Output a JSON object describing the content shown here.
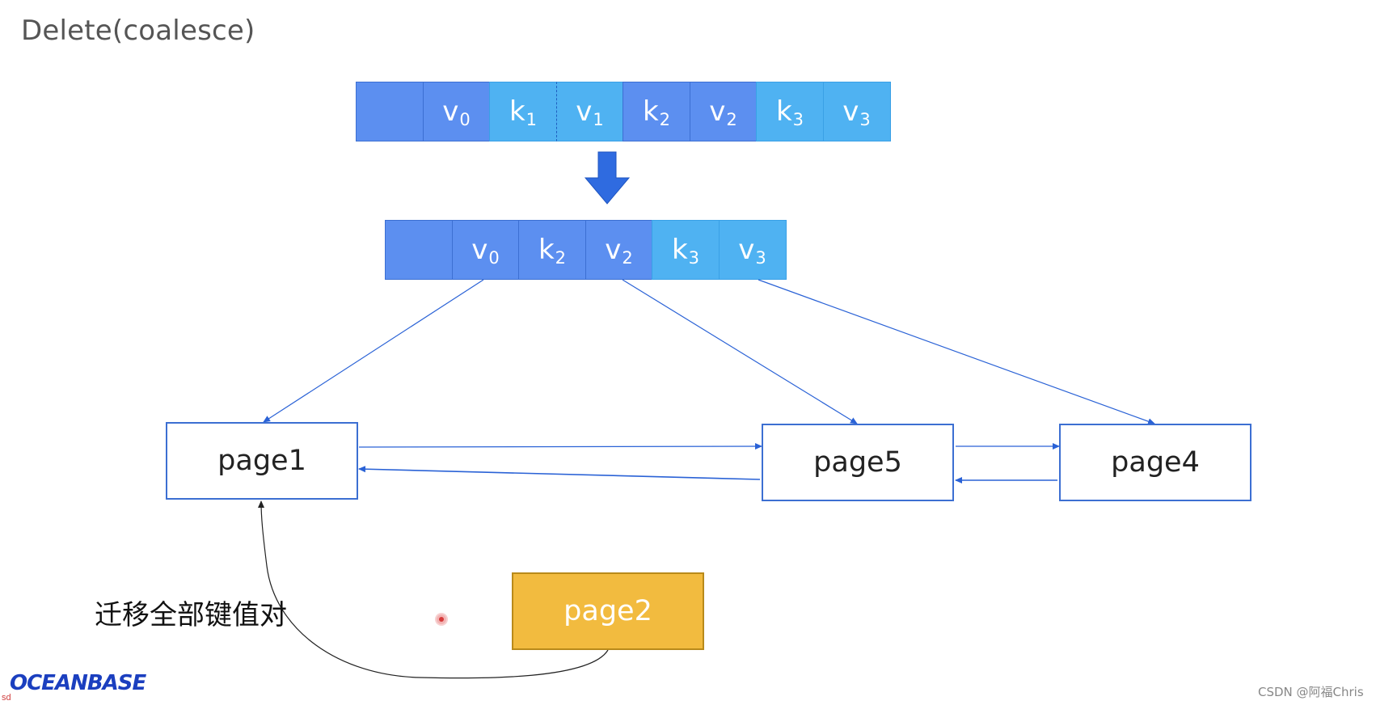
{
  "title": "Delete(coalesce)",
  "row_before": [
    {
      "base": "",
      "sub": "",
      "tone": "dark"
    },
    {
      "base": "v",
      "sub": "0",
      "tone": "dark"
    },
    {
      "base": "k",
      "sub": "1",
      "tone": "light",
      "dashed": "right"
    },
    {
      "base": "v",
      "sub": "1",
      "tone": "light",
      "dashed": "left"
    },
    {
      "base": "k",
      "sub": "2",
      "tone": "dark"
    },
    {
      "base": "v",
      "sub": "2",
      "tone": "dark"
    },
    {
      "base": "k",
      "sub": "3",
      "tone": "light"
    },
    {
      "base": "v",
      "sub": "3",
      "tone": "light"
    }
  ],
  "row_after": [
    {
      "base": "",
      "sub": "",
      "tone": "dark"
    },
    {
      "base": "v",
      "sub": "0",
      "tone": "dark"
    },
    {
      "base": "k",
      "sub": "2",
      "tone": "dark"
    },
    {
      "base": "v",
      "sub": "2",
      "tone": "dark"
    },
    {
      "base": "k",
      "sub": "3",
      "tone": "light"
    },
    {
      "base": "v",
      "sub": "3",
      "tone": "light"
    }
  ],
  "pages": {
    "page1": "page1",
    "page5": "page5",
    "page4": "page4",
    "page2": "page2"
  },
  "migrate_label": "迁移全部键值对",
  "logo": "OCEANBASE",
  "watermark": "CSDN @阿福Chris",
  "corner_mark": "sd",
  "colors": {
    "cell_dark": "#5c8ff0",
    "cell_light": "#4fb2f2",
    "border_blue": "#3c6fd2",
    "arrow_blue": "#2a62d6",
    "page2_fill": "#f2bb3f"
  }
}
